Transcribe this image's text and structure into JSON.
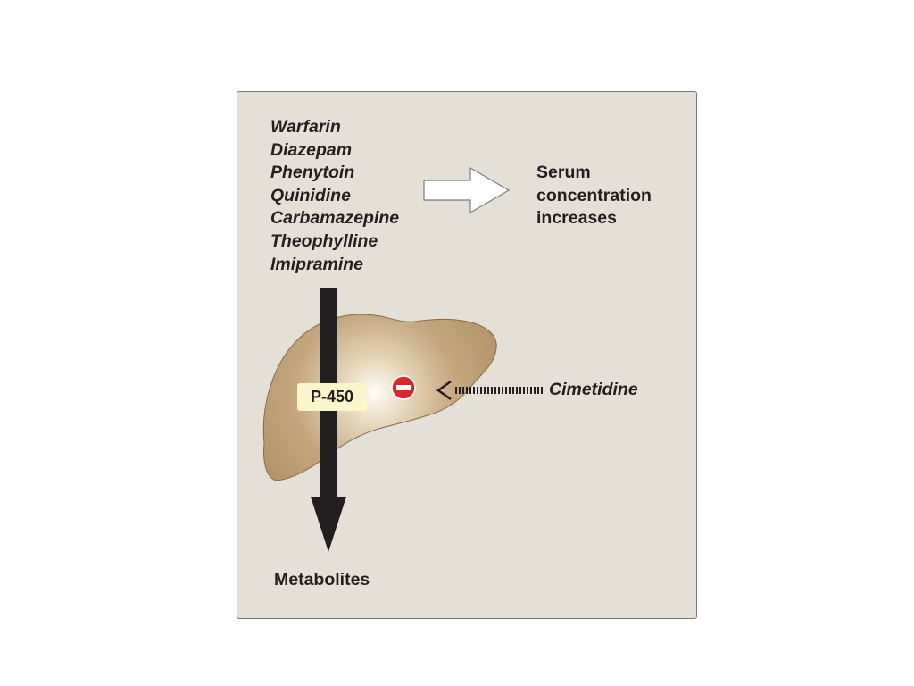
{
  "drugs": [
    "Warfarin",
    "Diazepam",
    "Phenytoin",
    "Quinidine",
    "Carbamazepine",
    "Theophylline",
    "Imipramine"
  ],
  "result_lines": [
    "Serum",
    "concentration",
    "increases"
  ],
  "inhibitor": "Cimetidine",
  "enzyme": "P-450",
  "product": "Metabolites",
  "colors": {
    "panel_bg": "#e4dfd7",
    "liver": "#b99a70",
    "inhibit_badge": "#d9262c",
    "enzyme_label_bg": "#fbf6cb",
    "main_arrow": "#231f20"
  }
}
